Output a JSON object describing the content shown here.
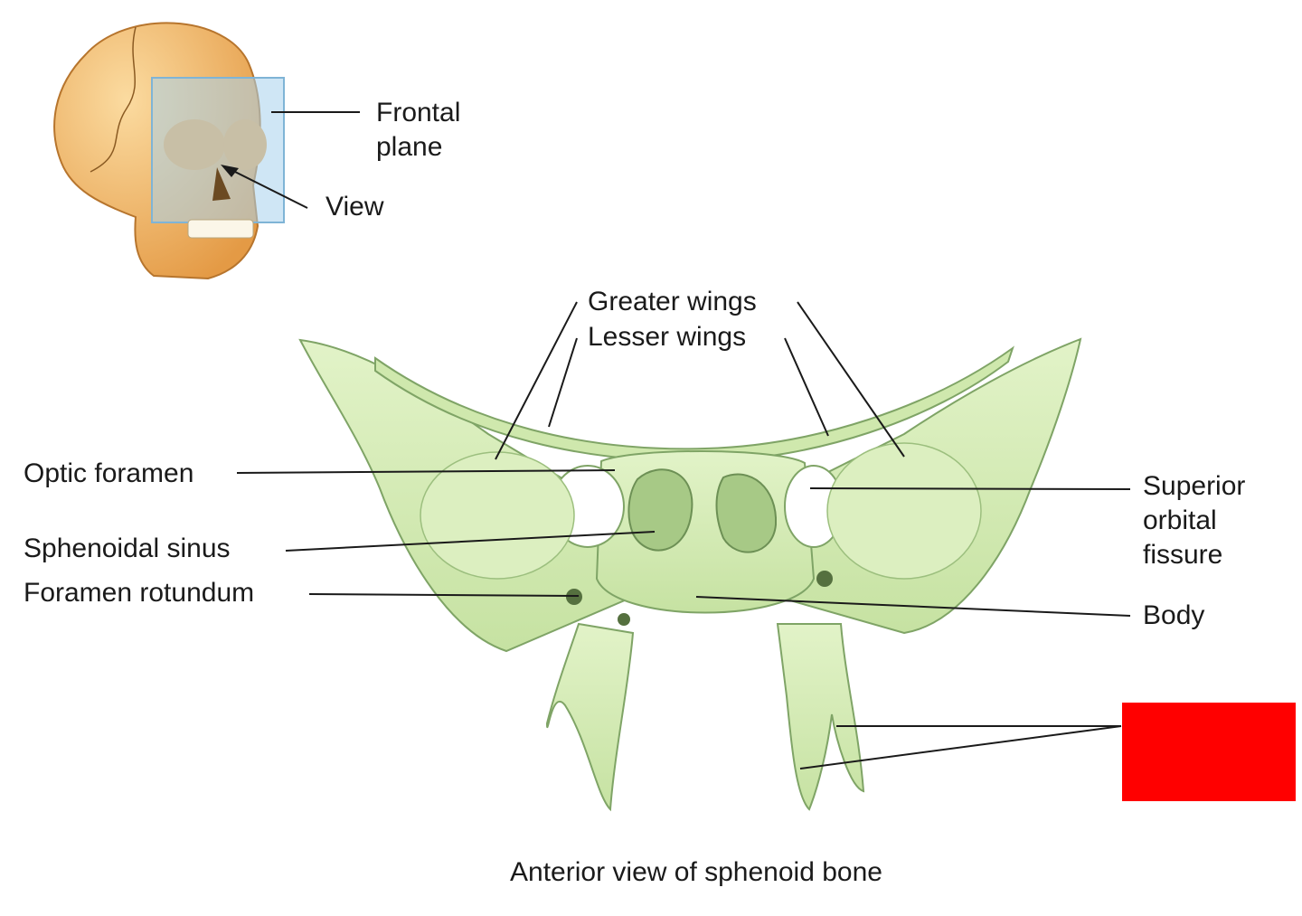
{
  "inset": {
    "plane_label": "Frontal\nplane",
    "view_label": "View"
  },
  "labels": {
    "greater_wings": "Greater wings",
    "lesser_wings": "Lesser wings",
    "optic_foramen": "Optic foramen",
    "sphenoidal_sinus": "Sphenoidal sinus",
    "foramen_rotundum": "Foramen rotundum",
    "superior_orbital_fissure": "Superior\norbital\nfissure",
    "body": "Body"
  },
  "caption": "Anterior view of sphenoid bone",
  "colors": {
    "bone": "#d6ecb4",
    "bone_shadow": "#a9c98a",
    "bone_outline": "#7fa466",
    "skull": "#f0b86a",
    "plane": "#a8d2ec",
    "answer_box": "#ff0000",
    "leader": "#1a1a1a"
  }
}
